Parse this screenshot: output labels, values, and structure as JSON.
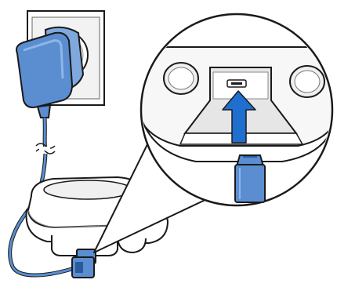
{
  "diagram": {
    "kind": "installation-illustration",
    "steps": [
      {
        "name": "plug-adapter-into-wall-socket"
      },
      {
        "name": "connect-cable-to-charging-base"
      }
    ],
    "colors": {
      "accent": "#5a8ed1",
      "accent_dark": "#2a5a9e",
      "arrow": "#1f6fd0",
      "outline": "#1a1a1a",
      "surface": "#ffffff",
      "shade": "#e6e6e6"
    },
    "icons": [
      "wall-socket-icon",
      "power-adapter-icon",
      "cable-icon",
      "charging-base-icon",
      "magnified-callout-icon",
      "insert-direction-arrow-icon",
      "connector-plug-icon"
    ]
  }
}
